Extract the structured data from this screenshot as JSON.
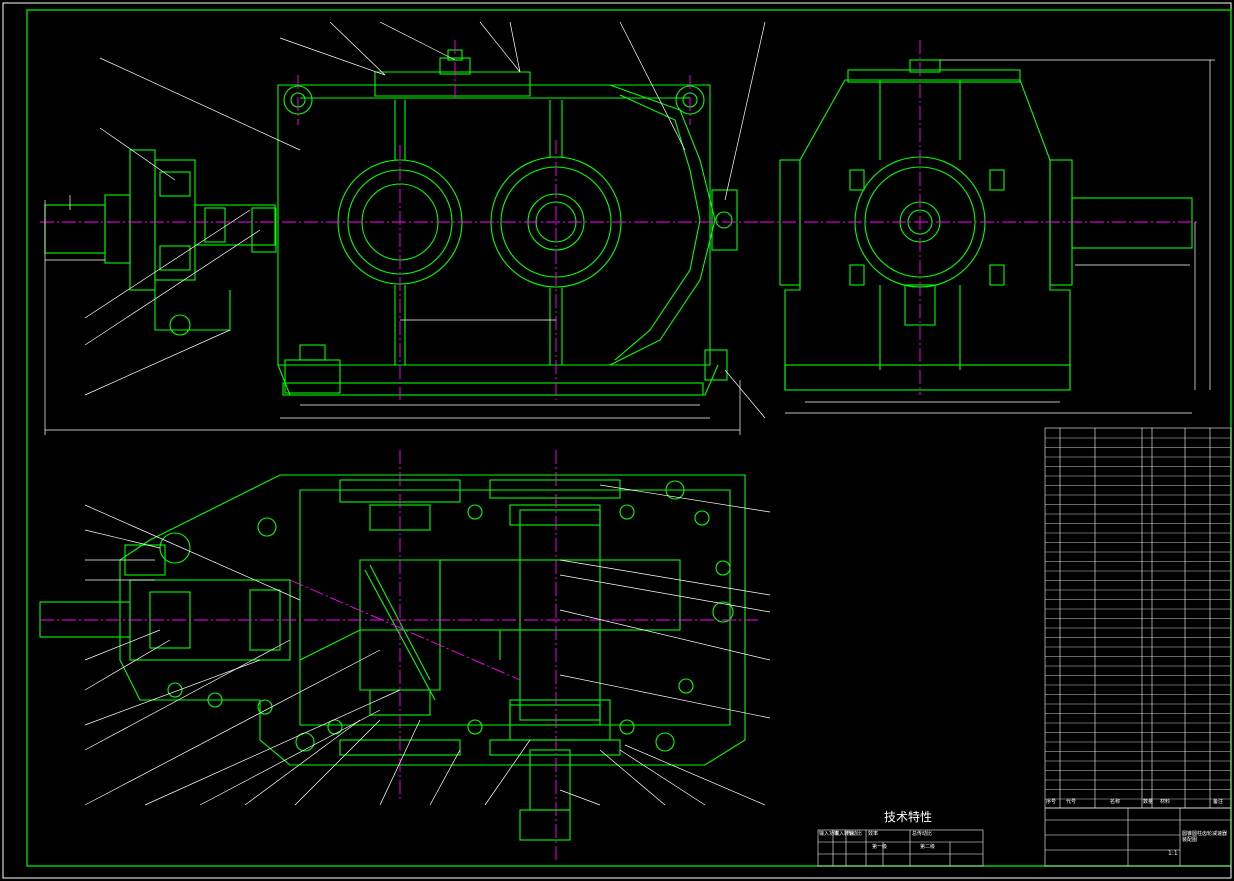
{
  "drawing": {
    "tech_spec_title": "技术特性",
    "tech_table_headers": [
      "输入功率",
      "输入转速",
      "传动比",
      "效率",
      "总传动比"
    ],
    "tech_table_stage_labels": [
      "第一级",
      "第二级"
    ],
    "title_block_name": "圆锥圆柱齿轮减速器装配图",
    "bom_footer_headers": [
      "序号",
      "代号",
      "名称",
      "数量",
      "材料",
      "备注"
    ],
    "scale_ratio": "1:1"
  },
  "colors": {
    "background": "#000000",
    "outline": "#00ff00",
    "centerline": "#ff00ff",
    "text": "#ffffff",
    "leader": "#ffffff"
  }
}
